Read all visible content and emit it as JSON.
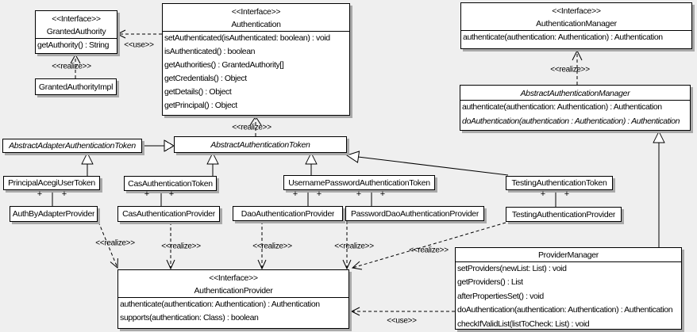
{
  "diagram": {
    "edge_labels": {
      "use": "<<use>>",
      "realize": "<<realize>>",
      "plus": "+"
    },
    "colors": {
      "background": "#efefef",
      "box_fill": "#ffffff",
      "line": "#000000",
      "shadow": "#a9a9a9"
    }
  },
  "classes": {
    "granted_authority": {
      "stereotype": "<<Interface>>",
      "name": "GrantedAuthority",
      "methods": [
        "getAuthority() : String"
      ]
    },
    "granted_authority_impl": {
      "name": "GrantedAuthorityImpl"
    },
    "authentication": {
      "stereotype": "<<Interface>>",
      "name": "Authentication",
      "methods": [
        "setAuthenticated(isAuthenticated: boolean) : void",
        "isAuthenticated() : boolean",
        "getAuthorities() : GrantedAuthority[]",
        "getCredentials() : Object",
        "getDetails() : Object",
        "getPrincipal() : Object"
      ]
    },
    "authentication_manager": {
      "stereotype": "<<Interface>>",
      "name": "AuthenticationManager",
      "methods": [
        "authenticate(authentication: Authentication) : Authentication"
      ]
    },
    "abstract_authentication_manager": {
      "name": "AbstractAuthenticationManager",
      "methods": [
        "authenticate(authentication: Authentication) : Authentication",
        "doAuthentication(authentication : Authentication) : Authentication"
      ]
    },
    "abstract_adapter_authentication_token": {
      "name": "AbstractAdapterAuthenticationToken"
    },
    "abstract_authentication_token": {
      "name": "AbstractAuthenticationToken"
    },
    "principal_acegi_user_token": {
      "name": "PrincipalAcegiUserToken"
    },
    "cas_authentication_token": {
      "name": "CasAuthenticationToken"
    },
    "username_password_authentication_token": {
      "name": "UsernamePasswordAuthenticationToken"
    },
    "testing_authentication_token": {
      "name": "TestingAuthenticationToken"
    },
    "auth_by_adapter_provider": {
      "name": "AuthByAdapterProvider"
    },
    "cas_authentication_provider": {
      "name": "CasAuthenticationProvider"
    },
    "dao_authentication_provider": {
      "name": "DaoAuthenticationProvider"
    },
    "password_dao_authentication_provider": {
      "name": "PasswordDaoAuthenticationProvider"
    },
    "testing_authentication_provider": {
      "name": "TestingAuthenticationProvider"
    },
    "provider_manager": {
      "name": "ProviderManager",
      "methods": [
        "setProviders(newList: List) : void",
        "getProviders() : List",
        "afterPropertiesSet() : void",
        "doAuthentication(authentication: Authentication) : Authentication",
        "checkIfValidList(listToCheck: List) : void"
      ]
    },
    "authentication_provider": {
      "stereotype": "<<Interface>>",
      "name": "AuthenticationProvider",
      "methods": [
        "authenticate(authentication: Authentication) : Authentication",
        "supports(authentication: Class) : boolean"
      ]
    }
  }
}
